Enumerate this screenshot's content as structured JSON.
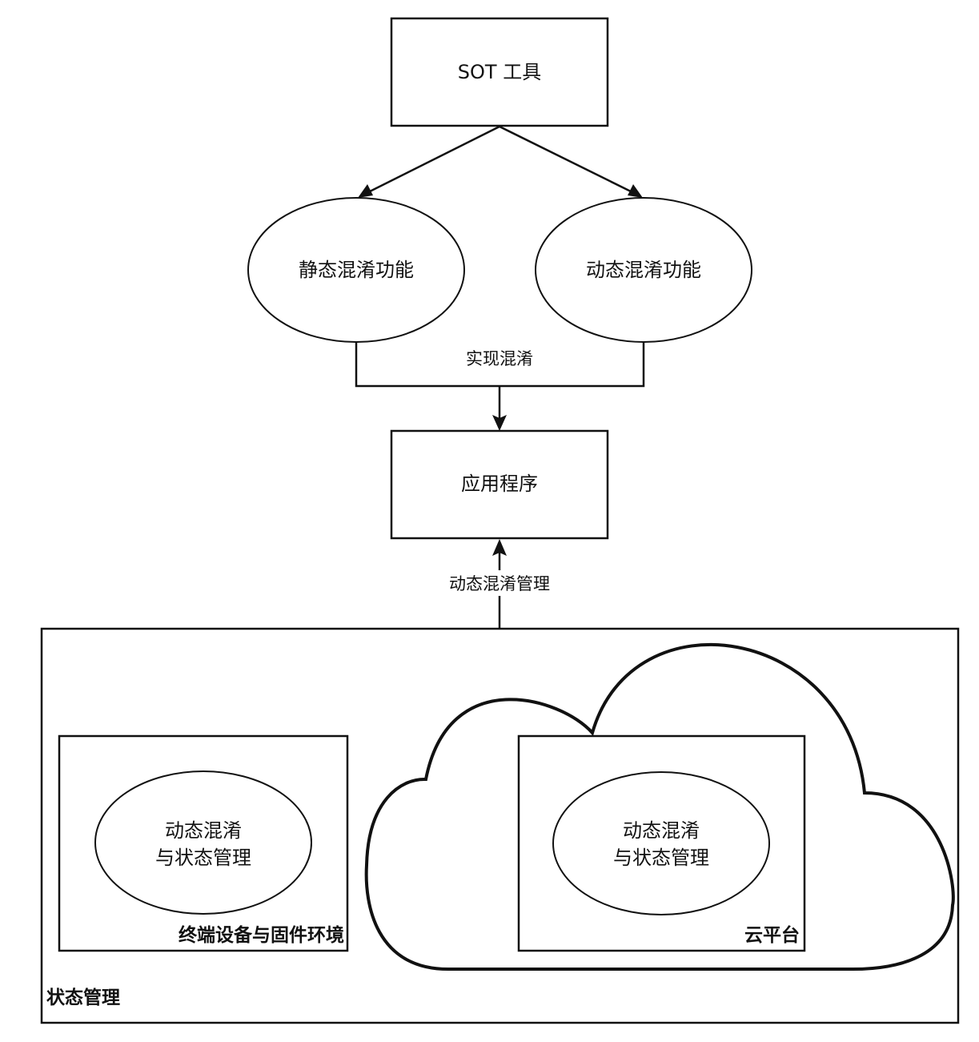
{
  "diagram": {
    "nodes": {
      "sot_tool": {
        "label": "SOT 工具",
        "shape": "rectangle"
      },
      "static_obfuscation": {
        "label": "静态混淆功能",
        "shape": "ellipse"
      },
      "dynamic_obfuscation": {
        "label": "动态混淆功能",
        "shape": "ellipse"
      },
      "application": {
        "label": "应用程序",
        "shape": "rectangle"
      },
      "state_management": {
        "label": "状态管理",
        "shape": "container"
      },
      "device_env": {
        "label": "终端设备与固件环境",
        "shape": "container"
      },
      "device_inner": {
        "label_line1": "动态混淆",
        "label_line2": "与状态管理",
        "shape": "ellipse"
      },
      "cloud_shape": {
        "shape": "cloud"
      },
      "cloud_platform": {
        "label": "云平台",
        "shape": "container"
      },
      "cloud_inner": {
        "label_line1": "动态混淆",
        "label_line2": "与状态管理",
        "shape": "ellipse"
      }
    },
    "edges": {
      "sot_to_static": {
        "from": "sot_tool",
        "to": "static_obfuscation",
        "label": ""
      },
      "sot_to_dynamic": {
        "from": "sot_tool",
        "to": "dynamic_obfuscation",
        "label": ""
      },
      "merge_to_app": {
        "from": [
          "static_obfuscation",
          "dynamic_obfuscation"
        ],
        "to": "application",
        "label": "实现混淆"
      },
      "state_to_app": {
        "from": "state_management",
        "to": "application",
        "label": "动态混淆管理"
      }
    },
    "colors": {
      "stroke": "#111111",
      "fill": "#ffffff",
      "text": "#111111"
    }
  }
}
